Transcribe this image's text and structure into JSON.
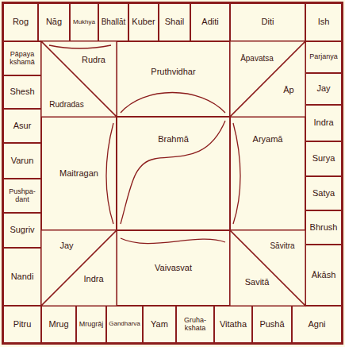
{
  "diagram": {
    "nodes": [
      {
        "text": [
          "Rog"
        ]
      },
      {
        "text": [
          "Nāg"
        ]
      },
      {
        "text": [
          "Mukhya"
        ]
      },
      {
        "text": [
          "Bhallāt"
        ]
      },
      {
        "text": [
          "Kuber"
        ]
      },
      {
        "text": [
          "Shail"
        ]
      },
      {
        "text": [
          "Aditi"
        ]
      },
      {
        "text": [
          "Diti"
        ]
      },
      {
        "text": [
          "Ish"
        ]
      },
      {
        "text": [
          "Pāpaya kshamā"
        ]
      },
      {
        "text": [
          "Rudra"
        ]
      },
      {
        "text": [
          "Pruthvidhar"
        ]
      },
      {
        "text": [
          "Āpavatsa"
        ]
      },
      {
        "text": [
          "Parjanya"
        ]
      },
      {
        "text": [
          "Āp"
        ]
      },
      {
        "text": [
          "Shesh"
        ]
      },
      {
        "text": [
          "Rudradas"
        ]
      },
      {
        "text": [
          "Jay"
        ]
      },
      {
        "text": [
          "Asur"
        ]
      },
      {
        "text": [
          "Indra"
        ]
      },
      {
        "text": [
          "Varun"
        ]
      },
      {
        "text": [
          "Maitragan"
        ]
      },
      {
        "text": [
          "Brahmā"
        ]
      },
      {
        "text": [
          "Aryamā"
        ]
      },
      {
        "text": [
          "Surya"
        ]
      },
      {
        "text": [
          "Pushpa- dant"
        ]
      },
      {
        "text": [
          "Satya"
        ]
      },
      {
        "text": [
          "Sugriv"
        ]
      },
      {
        "text": [
          "Jay"
        ]
      },
      {
        "text": [
          "Sāvitra"
        ]
      },
      {
        "text": [
          "Bhrush"
        ]
      },
      {
        "text": [
          "Indra"
        ]
      },
      {
        "text": [
          "Vaivasvat"
        ]
      },
      {
        "text": [
          "Nandi"
        ]
      },
      {
        "text": [
          "Savitā"
        ]
      },
      {
        "text": [
          "Ākāsh"
        ]
      },
      {
        "text": [
          "Pitru"
        ]
      },
      {
        "text": [
          "Mrug"
        ]
      },
      {
        "text": [
          "Mrugrāj"
        ]
      },
      {
        "text": [
          "Gandharva"
        ]
      },
      {
        "text": [
          "Yam"
        ]
      },
      {
        "text": [
          "Gruha- kshata"
        ]
      },
      {
        "text": [
          "Vitatha"
        ]
      },
      {
        "text": [
          "Pushā"
        ]
      },
      {
        "text": [
          "Agni"
        ]
      }
    ]
  }
}
